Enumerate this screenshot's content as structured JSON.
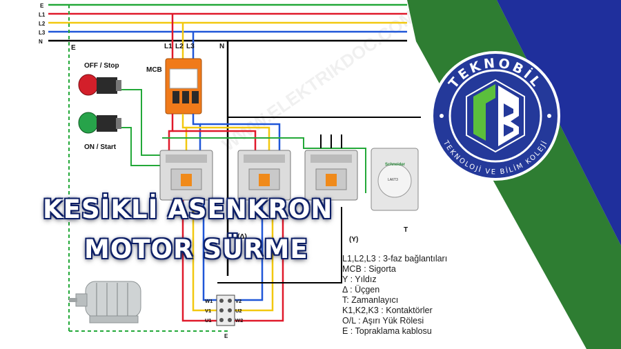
{
  "diagram": {
    "phase_labels": [
      "E",
      "L1",
      "L2",
      "L3",
      "N"
    ],
    "bus_labels": [
      "E",
      "L1",
      "L2",
      "L3",
      "N"
    ],
    "off_button_label": "OFF / Stop",
    "on_button_label": "ON / Start",
    "mcb_label": "MCB",
    "timer_label": "T",
    "y_label": "(Y)",
    "delta_label": "(Δ)",
    "terminal_labels": [
      "W1",
      "V1",
      "U1",
      "V2",
      "U2",
      "W2"
    ],
    "ground_label": "E",
    "timer_brand": "Schneider",
    "timer_model": "LA6T3"
  },
  "legend": [
    "L1,L2,L3 : 3-faz bağlantıları",
    "MCB : Sigorta",
    "Y : Yıldız",
    "Δ : Üçgen",
    "T: Zamanlayıcı",
    "K1,K2,K3 : Kontaktörler",
    "O/L : Aşırı Yük Rölesi",
    "E : Topraklama kablosu"
  ],
  "title": {
    "line1": "KESİKLİ ASENKRON",
    "line2": "MOTOR SÜRME"
  },
  "logo": {
    "brand": "TEKNOBİL",
    "subtitle": "TEKNOLOJİ VE BİLİM KOLEJİ",
    "monogram": "TB"
  },
  "watermark": "WWW.ELEKTRIKDOC.COM.TR",
  "colors": {
    "green_band": "#2e7d32",
    "blue_band": "#1f2f9c",
    "logo_circle": "#24399a",
    "wire_earth": "#22a838",
    "wire_l1": "#e0192a",
    "wire_l2": "#f2c80f",
    "wire_l3": "#1f56d8",
    "wire_n": "#000000"
  }
}
